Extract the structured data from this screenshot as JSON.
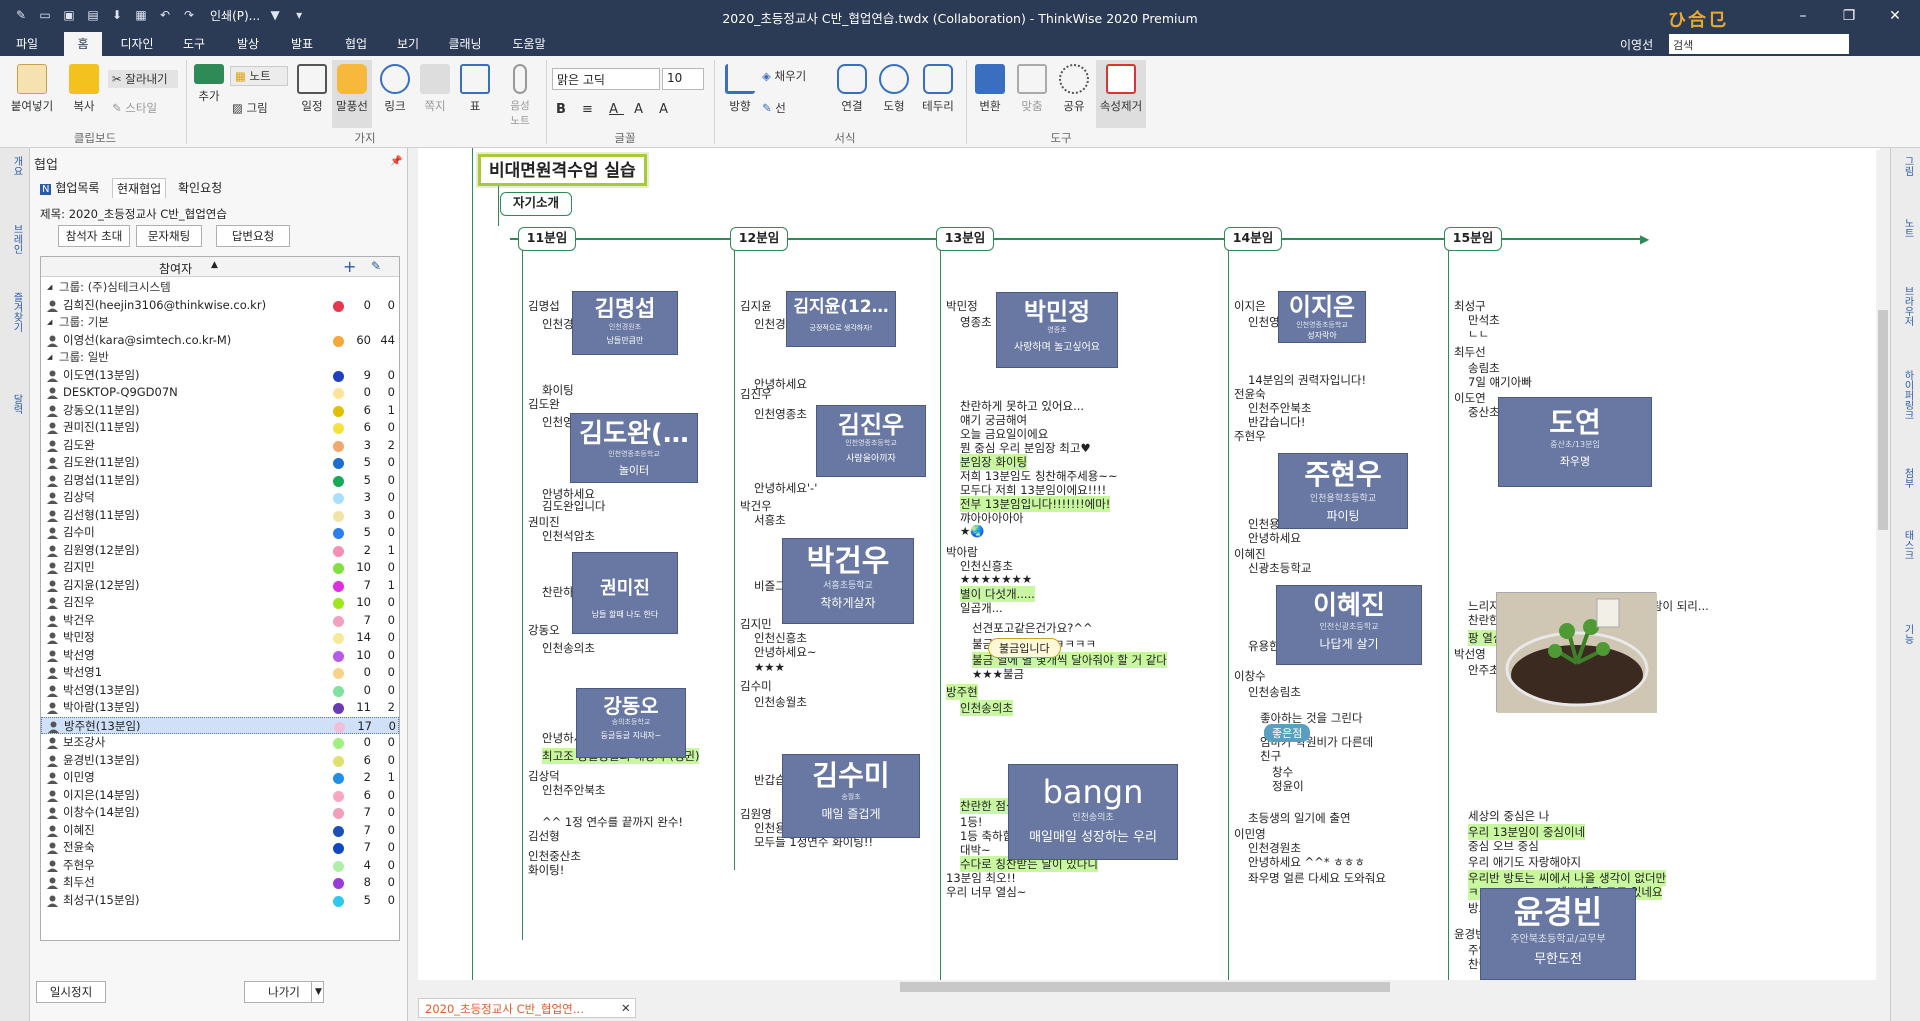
{
  "window": {
    "print_label": "인쇄(P)...",
    "title": "2020_초등정교사 C반_협업연습.twdx (Collaboration) - ThinkWise 2020 Premium",
    "logo_text": "ひ合㔾",
    "minimize": "–",
    "restore": "❐",
    "close": "✕"
  },
  "menu": {
    "tabs": [
      "파일",
      "홈",
      "디자인",
      "도구",
      "발상",
      "발표",
      "협업",
      "보기",
      "클래닝",
      "도움말"
    ],
    "active_tab": "홈",
    "user_name": "이영선",
    "search_placeholder": "검색"
  },
  "ribbon": {
    "paste": "붙여넣기",
    "copy": "복사",
    "cut": "잘라내기",
    "style": "스타일",
    "clipboard_group": "클립보드",
    "add": "추가",
    "note": "노트",
    "picture": "그림",
    "schedule": "일정",
    "callout": "말풍선",
    "link": "링크",
    "sticky": "쪽지",
    "table": "표",
    "voice_note": "음성\n노트",
    "branch_group": "가지",
    "font_name": "맑은 고딕",
    "font_size": "10",
    "font_group": "글꼴",
    "direction": "방향",
    "fill": "채우기",
    "line": "선",
    "connect": "연결",
    "shape": "도형",
    "border": "테두리",
    "format_group": "서식",
    "transform": "변환",
    "fit": "맞춤",
    "share": "공유",
    "clear_props": "속성제거",
    "tools_group": "도구"
  },
  "left_tabs": [
    "개요",
    "브레인",
    "즐겨찾기",
    "달력"
  ],
  "panel": {
    "header": "협업",
    "tabs": [
      "협업목록",
      "현재협업",
      "확인요청"
    ],
    "active_tab": "현재협업",
    "title_line": "제목: 2020_초등정교사 C반_협업연습",
    "buttons": [
      "참석자 초대",
      "문자채팅",
      "답변요청"
    ],
    "list_header": "참여자",
    "sort_arrow": "▲",
    "add_icon": "+",
    "edit_icon": "✎",
    "rows": [
      {
        "type": "group",
        "name": "그룹: (주)심테크시스템"
      },
      {
        "type": "user",
        "name": "김희진(heejin3106@thinkwise.co.kr)",
        "color": "#e8384f",
        "n1": "0",
        "n2": "0"
      },
      {
        "type": "group",
        "name": "그룹: 기본"
      },
      {
        "type": "user",
        "name": "이영선(kara@simtech.co.kr-M)",
        "color": "#f4a73a",
        "n1": "60",
        "n2": "44"
      },
      {
        "type": "group",
        "name": "그룹: 일반"
      },
      {
        "type": "user",
        "name": "이도연(13분임)",
        "color": "#1f3fbf",
        "n1": "9",
        "n2": "0"
      },
      {
        "type": "user",
        "name": "DESKTOP-Q9GD07N",
        "color": "#ffe39a",
        "n1": "0",
        "n2": "0"
      },
      {
        "type": "user",
        "name": "강동오(11분임)",
        "color": "#e0c000",
        "n1": "6",
        "n2": "1"
      },
      {
        "type": "user",
        "name": "권미진(11분임)",
        "color": "#f7e23a",
        "n1": "6",
        "n2": "0"
      },
      {
        "type": "user",
        "name": "김도완",
        "color": "#f2a86a",
        "n1": "3",
        "n2": "2"
      },
      {
        "type": "user",
        "name": "김도완(11분임)",
        "color": "#1c6fd0",
        "n1": "5",
        "n2": "0"
      },
      {
        "type": "user",
        "name": "김명섭(11분임)",
        "color": "#17a85a",
        "n1": "5",
        "n2": "0"
      },
      {
        "type": "user",
        "name": "김상덕",
        "color": "#a8dfff",
        "n1": "3",
        "n2": "0"
      },
      {
        "type": "user",
        "name": "김선형(11분임)",
        "color": "#f4e3a6",
        "n1": "3",
        "n2": "0"
      },
      {
        "type": "user",
        "name": "김수미",
        "color": "#2d7df0",
        "n1": "5",
        "n2": "0"
      },
      {
        "type": "user",
        "name": "김원영(12분임)",
        "color": "#f58fb8",
        "n1": "2",
        "n2": "1"
      },
      {
        "type": "user",
        "name": "김지민",
        "color": "#7fe040",
        "n1": "10",
        "n2": "0"
      },
      {
        "type": "user",
        "name": "김지윤(12분임)",
        "color": "#e02fe0",
        "n1": "7",
        "n2": "1"
      },
      {
        "type": "user",
        "name": "김진우",
        "color": "#9de81a",
        "n1": "10",
        "n2": "0"
      },
      {
        "type": "user",
        "name": "박건우",
        "color": "#f2a0c0",
        "n1": "7",
        "n2": "0"
      },
      {
        "type": "user",
        "name": "박민정",
        "color": "#f6ea9a",
        "n1": "14",
        "n2": "0"
      },
      {
        "type": "user",
        "name": "박선영",
        "color": "#b65ae8",
        "n1": "10",
        "n2": "0"
      },
      {
        "type": "user",
        "name": "박선영1",
        "color": "#f7d38a",
        "n1": "0",
        "n2": "0"
      },
      {
        "type": "user",
        "name": "박선영(13분임)",
        "color": "#7fe0a0",
        "n1": "0",
        "n2": "0"
      },
      {
        "type": "user",
        "name": "박아람(13분임)",
        "color": "#6a3ab5",
        "n1": "11",
        "n2": "2"
      },
      {
        "type": "user",
        "name": "방주현(13분임)",
        "color": "#f0c0d8",
        "n1": "17",
        "n2": "0",
        "selected": true
      },
      {
        "type": "user",
        "name": "보조강사",
        "color": "#a0f080",
        "n1": "0",
        "n2": "0"
      },
      {
        "type": "user",
        "name": "윤경빈(13분임)",
        "color": "#e0e070",
        "n1": "6",
        "n2": "0"
      },
      {
        "type": "user",
        "name": "이민영",
        "color": "#1f8fe8",
        "n1": "2",
        "n2": "1"
      },
      {
        "type": "user",
        "name": "이지은(14분임)",
        "color": "#f7a8c0",
        "n1": "6",
        "n2": "0"
      },
      {
        "type": "user",
        "name": "이창수(14분임)",
        "color": "#f0a0b8",
        "n1": "7",
        "n2": "0"
      },
      {
        "type": "user",
        "name": "이혜진",
        "color": "#1c4fb8",
        "n1": "7",
        "n2": "0"
      },
      {
        "type": "user",
        "name": "전윤숙",
        "color": "#0f48c0",
        "n1": "7",
        "n2": "0"
      },
      {
        "type": "user",
        "name": "주현우",
        "color": "#aef0a8",
        "n1": "4",
        "n2": "0"
      },
      {
        "type": "user",
        "name": "최두선",
        "color": "#9a3ad8",
        "n1": "8",
        "n2": "0"
      },
      {
        "type": "user",
        "name": "최성구(15분임)",
        "color": "#2fc8f0",
        "n1": "5",
        "n2": "0"
      }
    ],
    "pause": "일시정지",
    "exit": "나가기"
  },
  "map": {
    "root": "비대면원격수업 실습",
    "intro": "자기소개",
    "groups": [
      "11분임",
      "12분임",
      "13분임",
      "14분임",
      "15분임"
    ],
    "col11": [
      [
        "김명섭",
        0
      ],
      [
        "인천경원초",
        1
      ],
      [
        "화이팅",
        1
      ],
      [
        "김도완",
        0
      ],
      [
        "인천영종초",
        1
      ],
      [
        "안녕하세요",
        1
      ],
      [
        "김도완입니다",
        1
      ],
      [
        "권미진",
        0
      ],
      [
        "인천석암초",
        1
      ],
      [
        "찬란하고 싶음",
        1
      ],
      [
        "강동오",
        0
      ],
      [
        "인천송의초",
        1
      ],
      [
        "안녕하세요!",
        1
      ],
      [
        "최고조 둥글둥글의 대명사 (펭귄)",
        1,
        "hl"
      ],
      [
        "김상덕",
        0
      ],
      [
        "인천주안북초",
        1
      ],
      [
        "^^ 1정 연수를 끝까지 완수!",
        1
      ],
      [
        "김선형",
        0
      ],
      [
        "인천중산초",
        0
      ],
      [
        "화이팅!",
        0
      ]
    ],
    "col12": [
      [
        "김지윤",
        0
      ],
      [
        "인천경원초",
        1
      ],
      [
        "안녕하세요",
        1
      ],
      [
        "김진우",
        0
      ],
      [
        "인천영종초",
        1
      ],
      [
        "안녕하세요'-'",
        1
      ],
      [
        "박건우",
        0
      ],
      [
        "서흥초",
        1
      ],
      [
        "비즐그첬으면",
        1
      ],
      [
        "김지민",
        0
      ],
      [
        "인천신흥초",
        1
      ],
      [
        "안녕하세요~",
        1
      ],
      [
        "★★★",
        1
      ],
      [
        "김수미",
        0
      ],
      [
        "인천송월초",
        1
      ],
      [
        "반갑습니다 ^0^",
        1
      ],
      [
        "김원영",
        0
      ],
      [
        "인천용현초",
        1
      ],
      [
        "모두들 1정연수 화이팅!!",
        1
      ]
    ],
    "col13": [
      [
        "박민정",
        0
      ],
      [
        "영종초",
        1
      ],
      [
        "찬란하게 못하고 있어요...",
        1
      ],
      [
        "얘기 궁금해여",
        1
      ],
      [
        "오늘 금요일이에요",
        1
      ],
      [
        "뭔 중심 우리 분임장 최고♥",
        1
      ],
      [
        "분임장 화이팅",
        1,
        "hl"
      ],
      [
        "저희 13분임도 칭찬해주세용~~",
        1
      ],
      [
        "모두다 저희 13분임이에요!!!!",
        1
      ],
      [
        "전부 13분임입니다!!!!!!!에마!",
        1,
        "hl"
      ],
      [
        "꺄아아아아아",
        1
      ],
      [
        "★🌏",
        1
      ],
      [
        "박아람",
        0
      ],
      [
        "인천신흥초",
        1
      ],
      [
        "★★★★★★★",
        1
      ],
      [
        "별이 다섯개.....",
        1,
        "hl"
      ],
      [
        "일곱개...",
        1
      ],
      [
        "선견포고같은건가요?^^",
        2
      ],
      [
        "불금인데.....ㅠㅋㅋㅋㅋㅋ",
        2
      ],
      [
        "불금 열에 별 몇개씩 달아줘야 할 거 같다",
        2,
        "hl"
      ],
      [
        "★★★불금",
        2
      ],
      [
        "방주현",
        0,
        "hl"
      ],
      [
        "인천송의초",
        1,
        "hl"
      ],
      [
        "찬란한 점심시간",
        1,
        "hl"
      ],
      [
        "1등!",
        1
      ],
      [
        "1등 축하합니당~~",
        1
      ],
      [
        "대박~",
        1
      ],
      [
        "수다로 칭찬받는 날이 있다니",
        1,
        "hl"
      ],
      [
        "13분임 최오!!",
        0
      ],
      [
        "우리 너무 열심~",
        0
      ]
    ],
    "col14": [
      [
        "이지은",
        0
      ],
      [
        "인천영종초",
        1
      ],
      [
        "14분임의 권력자입니다!",
        1
      ],
      [
        "전윤숙",
        0
      ],
      [
        "인천주안북초",
        1
      ],
      [
        "반갑습니다!",
        1
      ],
      [
        "주현우",
        0
      ],
      [
        "인천용학초",
        1
      ],
      [
        "안녕하세요",
        1
      ],
      [
        "이혜진",
        0
      ],
      [
        "신광초등학교",
        1
      ],
      [
        "유용한 프로그램이네요",
        1
      ],
      [
        "이창수",
        0
      ],
      [
        "인천송림초",
        1
      ],
      [
        "좋아하는 것을 그린다",
        2
      ],
      [
        "엄마가 학원비가 다른데",
        2
      ],
      [
        "친구",
        2
      ],
      [
        "창수",
        3
      ],
      [
        "정윤이",
        3
      ],
      [
        "초등생의 일기에 출연",
        1
      ],
      [
        "이민영",
        0
      ],
      [
        "인천경원초",
        1
      ],
      [
        "안녕하세요 ^^* ㅎㅎㅎ",
        1
      ],
      [
        "좌우명 얼른 다세요 도와줘요",
        1
      ]
    ],
    "col15": [
      [
        "최성구",
        0
      ],
      [
        "만석초",
        1
      ],
      [
        "ㄴㄴ",
        1
      ],
      [
        "최두선",
        0
      ],
      [
        "송림초",
        1
      ],
      [
        "7일 얘기아빠",
        1
      ],
      [
        "이도연",
        0
      ],
      [
        "중산초",
        1
      ],
      [
        "느리지만 대담하게 피어나는 꽃같은 사람이 되리...",
        1
      ],
      [
        "찬란한가요?",
        1
      ],
      [
        "팡 열심의 대명사",
        1,
        "hl"
      ],
      [
        "박선영",
        0
      ],
      [
        "안주초",
        1
      ],
      [
        "세상의 중심은 나",
        1
      ],
      [
        "우리 13분임이 중심이네",
        1,
        "hl"
      ],
      [
        "중심 오브 중심",
        1
      ],
      [
        "우리 애기도 자랑해야지",
        1
      ],
      [
        "우리반 방토는 씨에서 나올 생각이 없더만",
        1,
        "hl"
      ],
      [
        "ㅋㅋㅋㅋㅋㅋㅋㅋ 예쁘게 잘 크고 있네요",
        1,
        "hl"
      ],
      [
        "방토 1개만주세요..",
        1
      ],
      [
        "윤경빈",
        0
      ],
      [
        "주안북초",
        1
      ],
      [
        "찬란한 6학년 담임",
        1
      ]
    ],
    "callouts": {
      "c1": "불금입니다",
      "c2": "좋은점"
    },
    "cards": [
      {
        "id": "k1",
        "big": "김명섭",
        "sm": "인천경원초",
        "tx": "남들만큼만"
      },
      {
        "id": "k2",
        "big": "김도완(…",
        "sm": "인천영종초등학교",
        "tx": "놀이터"
      },
      {
        "id": "k3",
        "big": "권미진",
        "sm": "",
        "tx": "남들 할때 나도 한다"
      },
      {
        "id": "k4",
        "big": "강동오",
        "sm": "송의초등학교",
        "tx": "둥글둥글 지내자~"
      },
      {
        "id": "k5",
        "big": "김지윤(12…",
        "sm": "",
        "tx": "긍정적으로 생각하자!"
      },
      {
        "id": "k6",
        "big": "김진우",
        "sm": "인천영종초등학교",
        "tx": "사람을아끼자"
      },
      {
        "id": "k7",
        "big": "박건우",
        "sm": "서흥초등학교",
        "tx": "착하게살자"
      },
      {
        "id": "k8",
        "big": "김수미",
        "sm": "송월초",
        "tx": "매일 즐겁게"
      },
      {
        "id": "k9",
        "big": "박민정",
        "sm": "영종초",
        "tx": "사랑하며 놀고싶어요"
      },
      {
        "id": "k10",
        "big": "bangn",
        "sm": "인천송의초",
        "tx": "매일매일 성장하는 우리"
      },
      {
        "id": "k11",
        "big": "이지은",
        "sm": "인천영종초등학교",
        "tx": "성자락아"
      },
      {
        "id": "k12",
        "big": "주현우",
        "sm": "인천용학초등학교",
        "tx": "파이팅"
      },
      {
        "id": "k13",
        "big": "이혜진",
        "sm": "인천신광초등학교",
        "tx": "나답게 살기"
      },
      {
        "id": "k14",
        "big": "도연",
        "sm": "중산초/13분임",
        "tx": "좌우명"
      },
      {
        "id": "k15",
        "big": "윤경빈",
        "sm": "주안북초등학교/교무부",
        "tx": "무한도전"
      }
    ]
  },
  "right_tabs": [
    "그림",
    "노트",
    "브라우저",
    "하이퍼링크",
    "첨부",
    "태스크",
    "기능"
  ],
  "status": {
    "doc_tab": "2020_초등정교사 C반_협업연…",
    "close": "✕"
  }
}
